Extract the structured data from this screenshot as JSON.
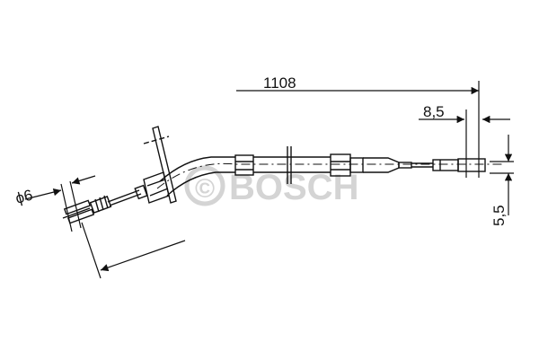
{
  "drawing": {
    "subject": "parking brake cable",
    "watermark": {
      "symbol": "©",
      "text": "BOSCH",
      "color": "#d4d4d4"
    },
    "dimensions": {
      "overall_length": "1108",
      "end_fitting_width": "8,5",
      "end_fitting_height": "5,5",
      "pin_diameter": "ϕ6"
    },
    "colors": {
      "line": "#111111",
      "background": "#ffffff"
    }
  }
}
